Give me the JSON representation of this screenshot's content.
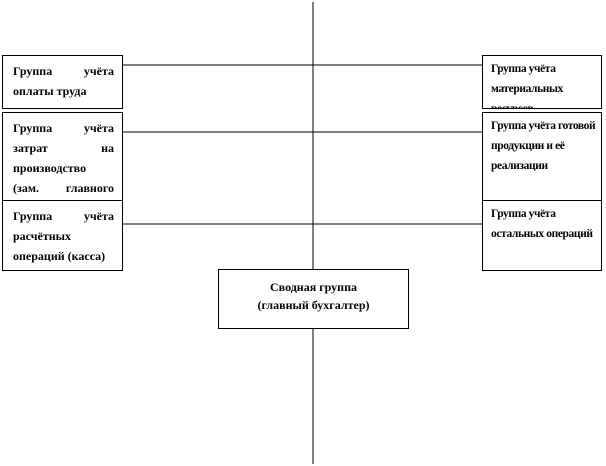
{
  "diagram": {
    "left_boxes": [
      {
        "text": "Группа учёта оплаты труда"
      },
      {
        "text": "Группа учёта затрат на производство (зам. главного бухгалтера)"
      },
      {
        "text": "Группа учёта расчётных операций (касса)"
      }
    ],
    "right_boxes": [
      {
        "text": "Группа учёта материальных ресурсов"
      },
      {
        "text": "Группа учёта готовой продукции и её реализации"
      },
      {
        "text": "Группа учёта остальных операций"
      }
    ],
    "center_box": {
      "line1": "Сводная группа",
      "line2": "(главный бухгалтер)"
    },
    "colors": {
      "line": "#000000",
      "box_border": "#000000",
      "background": "#ffffff"
    }
  }
}
